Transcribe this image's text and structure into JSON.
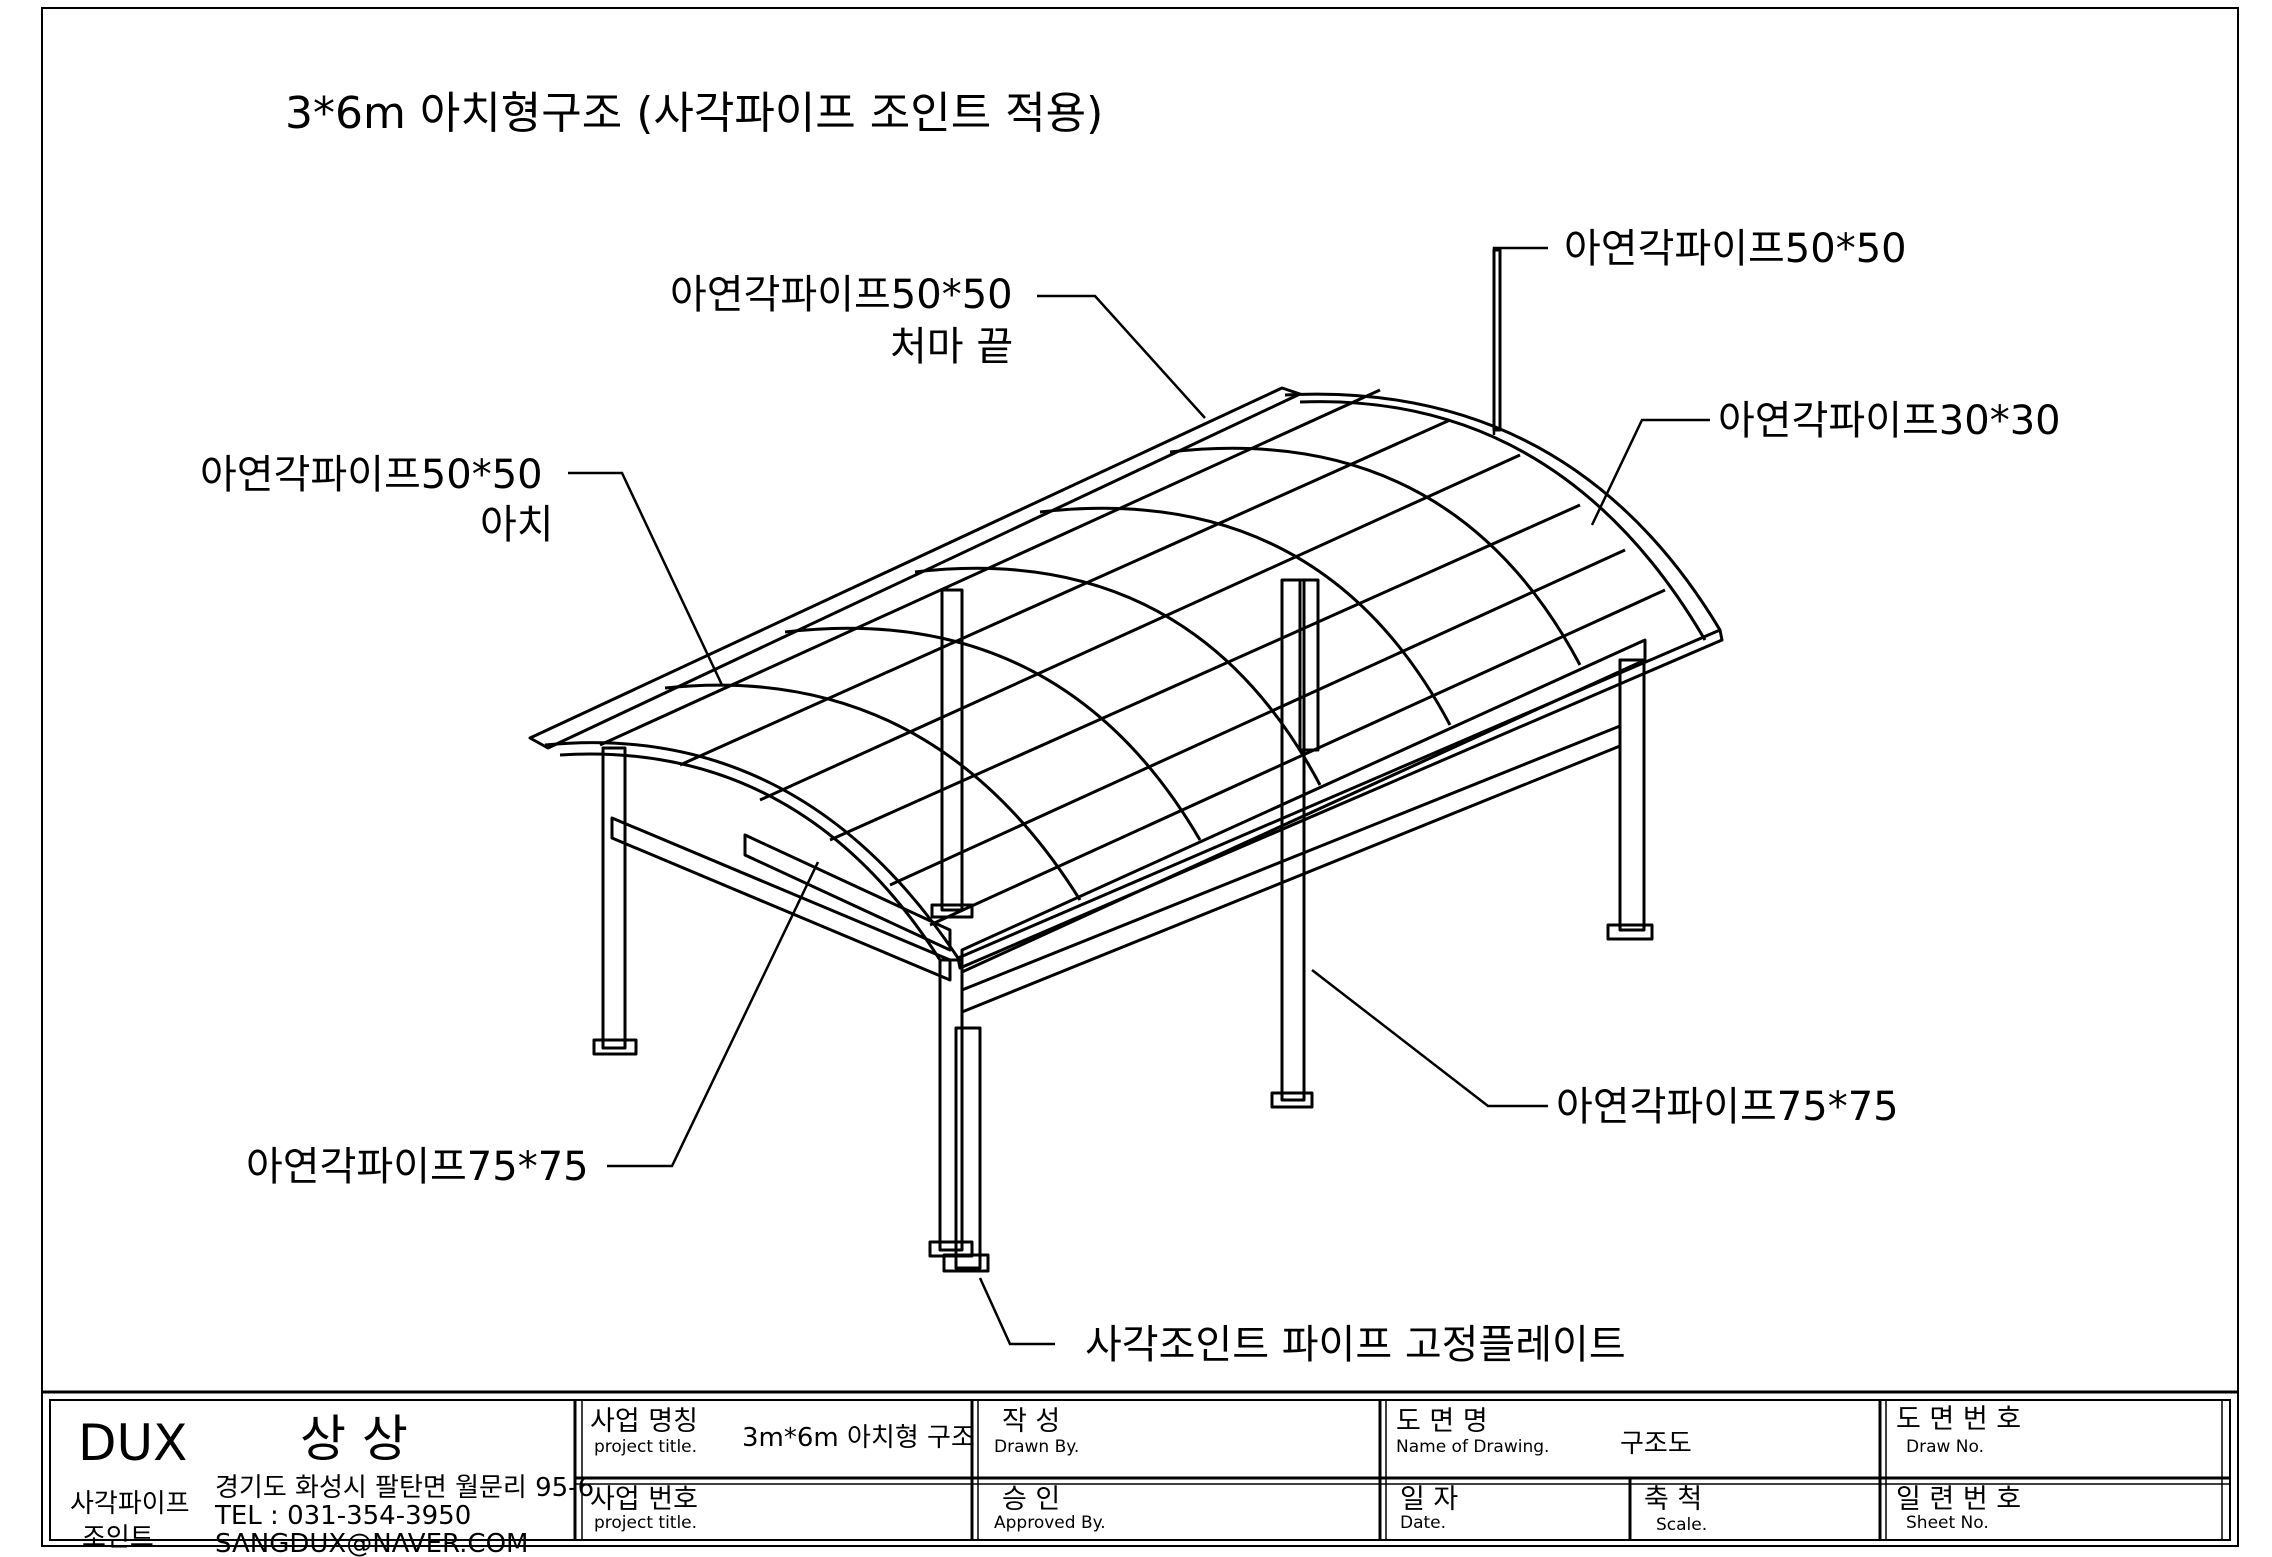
{
  "drawing": {
    "title": "3*6m 아치형구조 (사각파이프 조인트 적용)",
    "callouts": {
      "eave": {
        "line1": "아연각파이프50*50",
        "line2": "처마 끝"
      },
      "arch": {
        "line1": "아연각파이프50*50",
        "line2": "아치"
      },
      "top_right": "아연각파이프50*50",
      "purlin": "아연각파이프30*30",
      "post_right": "아연각파이프75*75",
      "post_left": "아연각파이프75*75",
      "base_plate": "사각조인트 파이프 고정플레이트"
    }
  },
  "title_block": {
    "company": {
      "brand": "DUX",
      "name": "상 상",
      "product_line1": "사각파이프",
      "product_line2": "조인트",
      "address": "경기도 화성시 팔탄면 월문리 95-6",
      "tel": "TEL : 031-354-3950",
      "email": "SANGDUX@NAVER.COM"
    },
    "project_name": {
      "label_ko": "사업 명칭",
      "label_en": "project title.",
      "value": "3m*6m 아치형 구조"
    },
    "project_no": {
      "label_ko": "사업 번호",
      "label_en": "project title.",
      "value": ""
    },
    "drawn_by": {
      "label_ko": "작 성",
      "label_en": "Drawn By.",
      "value": ""
    },
    "approved_by": {
      "label_ko": "승 인",
      "label_en": "Approved By.",
      "value": ""
    },
    "drawing_name": {
      "label_ko": "도 면 명",
      "label_en": "Name of Drawing.",
      "value": "구조도"
    },
    "date": {
      "label_ko": "일 자",
      "label_en": "Date.",
      "value": ""
    },
    "scale": {
      "label_ko": "축 척",
      "label_en": "Scale.",
      "value": ""
    },
    "draw_no": {
      "label_ko": "도 면 번 호",
      "label_en": "Draw No.",
      "value": ""
    },
    "sheet_no": {
      "label_ko": "일 련 번 호",
      "label_en": "Sheet No.",
      "value": ""
    }
  }
}
